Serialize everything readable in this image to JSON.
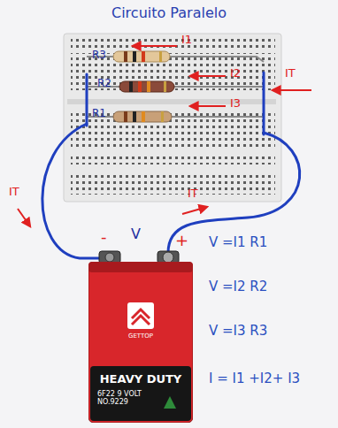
{
  "diagram": {
    "title": "Circuito Paralelo",
    "nodes": [
      {
        "text": [
          "GETTOP",
          "HEAVY DUTY",
          "6F22 9 VOLT NO.9229"
        ]
      }
    ],
    "labels": [
      "R3",
      "R2",
      "R1",
      "I1",
      "I2",
      "I3",
      "IT",
      "IT",
      "IT",
      "-",
      "V",
      "+",
      "V =I1 R1",
      "V =I2 R2",
      "V =I3 R3",
      "I = I1 +I2+ I3"
    ]
  }
}
